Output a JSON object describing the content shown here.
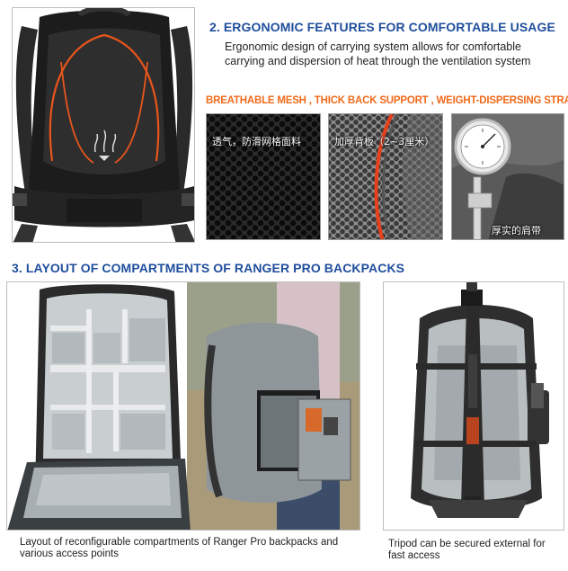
{
  "section2": {
    "title": "2.  ERGONOMIC FEATURES FOR COMFORTABLE USAGE",
    "description_line1": "Ergonomic design of carrying system allows for comfortable",
    "description_line2": "carrying and dispersion of heat through the ventilation system",
    "features_label": "BREATHABLE MESH ,  THICK BACK SUPPORT , WEIGHT-DISPERSING STRAPS",
    "panels": [
      {
        "label": "透气，防滑网格面料"
      },
      {
        "label": "加厚背板（2~3厘米）"
      },
      {
        "label": "厚实的肩带"
      }
    ]
  },
  "section3": {
    "title": "3.  LAYOUT OF COMPARTMENTS OF RANGER PRO BACKPACKS",
    "caption_left_line1": "Layout of reconfigurable compartments of Ranger Pro backpacks and",
    "caption_left_line2": "various access points",
    "caption_right_line1": "Tripod can be secured external for",
    "caption_right_line2": "fast access"
  },
  "colors": {
    "title_blue": "#1f4e9c",
    "accent_orange": "#f06a1a"
  }
}
